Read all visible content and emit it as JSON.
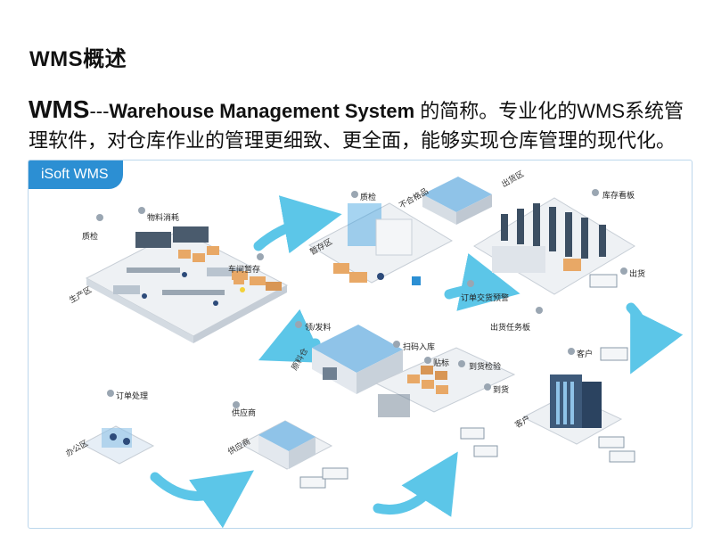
{
  "header": {
    "title": "WMS概述",
    "intro_term": "WMS",
    "intro_dash": "---",
    "intro_full": "Warehouse Management System",
    "intro_rest": " 的简称。专业化的WMS系统管理软件，对仓库作业的管理更细致、更全面，能够实现仓库管理的现代化。"
  },
  "panel": {
    "tab_label": "iSoft WMS"
  },
  "nodes": {
    "labels": {
      "qc_left": "质检",
      "material_consume": "物料消耗",
      "workshop_storage": "车间暂存",
      "production_zone": "生产区",
      "qc_top": "质检",
      "temp_storage": "暂存区",
      "unqualified": "不合格品",
      "delivery_area": "出货区",
      "stock_board": "库存看板",
      "order_alert": "订单交货预警",
      "ship_out": "出货",
      "ship_task_board": "出货任务板",
      "picking": "领/发料",
      "scan_inbound": "扫码入库",
      "labeling": "贴标",
      "arrival_check": "到货检验",
      "arrival": "到货",
      "material_warehouse": "原料仓",
      "customer_label": "客户",
      "customer_zone": "客户",
      "order_processing": "订单处理",
      "office_zone": "办公区",
      "supplier_label": "供应商",
      "supplier_zone": "供应商"
    }
  },
  "colors": {
    "accent": "#2c8fd3",
    "flow_arrow": "#5cc6e8",
    "border": "#bcd7ec",
    "box": "#e8a866",
    "shelf": "#3c4f63",
    "floor": "#eef1f4"
  }
}
